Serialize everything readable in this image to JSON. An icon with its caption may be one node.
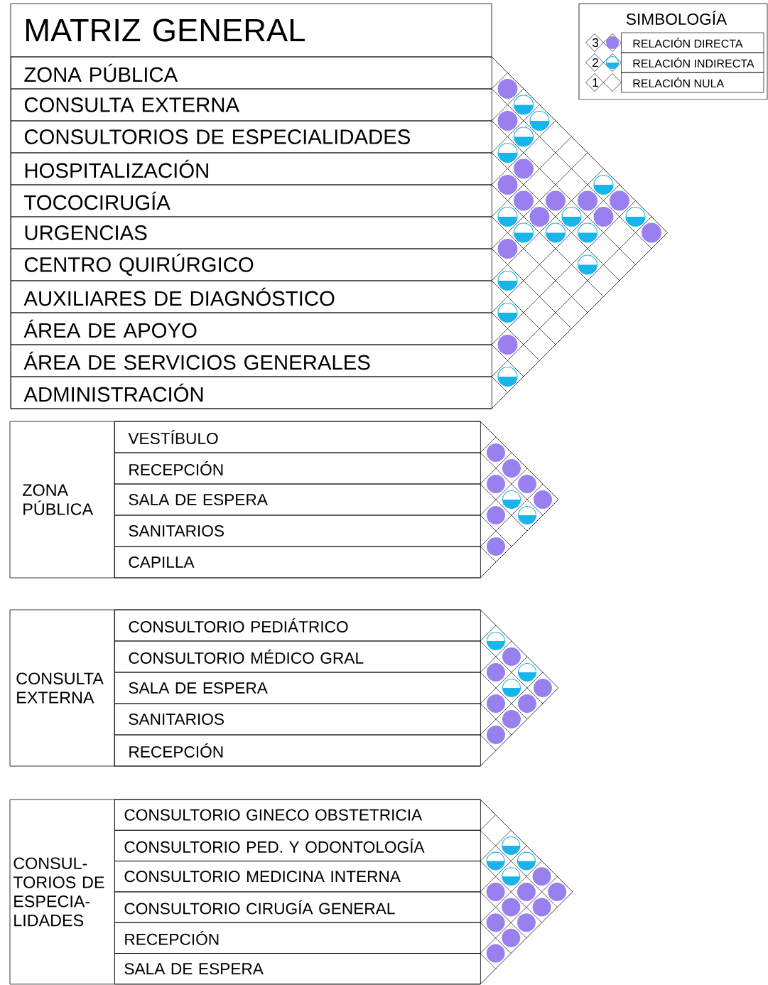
{
  "diagram": {
    "nodes": [
      {
        "text": [
          "MATRIZ GENERAL"
        ]
      },
      {
        "text": [
          "ZONA PÚBLICA"
        ],
        "in": 0
      },
      {
        "text": [
          "CONSULTA EXTERNA"
        ],
        "in": 0
      },
      {
        "text": [
          "CONSULTORIOS DE ESPECIALIDADES"
        ],
        "in": 0
      },
      {
        "text": [
          "HOSPITALIZACIÓN"
        ],
        "in": 0
      },
      {
        "text": [
          "TOCOCIRUGÍA"
        ],
        "in": 0
      },
      {
        "text": [
          "URGENCIAS"
        ],
        "in": 0
      },
      {
        "text": [
          "CENTRO QUIRÚRGICO"
        ],
        "in": 0
      },
      {
        "text": [
          "AUXILIARES DE DIAGNÓSTICO"
        ],
        "in": 0
      },
      {
        "text": [
          "ÁREA DE APOYO"
        ],
        "in": 0
      },
      {
        "text": [
          "ÁREA DE SERVICIOS GENERALES"
        ],
        "in": 0
      },
      {
        "text": [
          "ADMINISTRACIÓN"
        ],
        "in": 0
      },
      {
        "text": [],
        "shape": "circle",
        "in": 0
      },
      {
        "text": [],
        "shape": "half-circle",
        "in": 0
      },
      {
        "text": [],
        "shape": "circle",
        "in": 0
      },
      {
        "text": [],
        "shape": "half-circle",
        "in": 0
      },
      {
        "text": [],
        "shape": "half-circle",
        "in": 0
      },
      {
        "text": [],
        "shape": "half-circle",
        "in": 0
      },
      {
        "text": [],
        "shape": "circle",
        "in": 0
      },
      {
        "text": [],
        "shape": "circle",
        "in": 0
      },
      {
        "text": [],
        "shape": "half-circle",
        "in": 0
      },
      {
        "text": [],
        "shape": "circle",
        "in": 0
      },
      {
        "text": [],
        "shape": "circle",
        "in": 0
      },
      {
        "text": [],
        "shape": "circle",
        "in": 0
      },
      {
        "text": [],
        "shape": "circle",
        "in": 0
      },
      {
        "text": [],
        "shape": "half-circle",
        "in": 0
      },
      {
        "text": [],
        "shape": "circle",
        "in": 0
      },
      {
        "text": [],
        "shape": "half-circle",
        "in": 0
      },
      {
        "text": [],
        "shape": "circle",
        "in": 0
      },
      {
        "text": [],
        "shape": "half-circle",
        "in": 0
      },
      {
        "text": [],
        "shape": "half-circle",
        "in": 0
      },
      {
        "text": [],
        "shape": "half-circle",
        "in": 0
      },
      {
        "text": [],
        "shape": "half-circle",
        "in": 0
      },
      {
        "text": [],
        "shape": "circle",
        "in": 0
      },
      {
        "text": [],
        "shape": "circle",
        "in": 0
      },
      {
        "text": [],
        "shape": "half-circle",
        "in": 0
      },
      {
        "text": [],
        "shape": "half-circle",
        "in": 0
      },
      {
        "text": [],
        "shape": "half-circle",
        "in": 0
      },
      {
        "text": [],
        "shape": "circle",
        "in": 0
      },
      {
        "text": [],
        "shape": "half-circle",
        "in": 0
      },
      {
        "text": [
          "ZONA PÚBLICA"
        ]
      },
      {
        "text": [
          "VESTÍBULO"
        ],
        "in": 40
      },
      {
        "text": [
          "RECEPCIÓN"
        ],
        "in": 40
      },
      {
        "text": [
          "SALA DE ESPERA"
        ],
        "in": 40
      },
      {
        "text": [
          "SANITARIOS"
        ],
        "in": 40
      },
      {
        "text": [
          "CAPILLA"
        ],
        "in": 40
      },
      {
        "text": [],
        "shape": "circle",
        "in": 40
      },
      {
        "text": [],
        "shape": "circle",
        "in": 40
      },
      {
        "text": [],
        "shape": "circle",
        "in": 40
      },
      {
        "text": [],
        "shape": "circle",
        "in": 40
      },
      {
        "text": [],
        "shape": "half-circle",
        "in": 40
      },
      {
        "text": [],
        "shape": "circle",
        "in": 40
      },
      {
        "text": [],
        "shape": "circle",
        "in": 40
      },
      {
        "text": [],
        "shape": "half-circle",
        "in": 40
      },
      {
        "text": [],
        "shape": "circle",
        "in": 40
      },
      {
        "text": [
          "CONSULTA EXTERNA"
        ]
      },
      {
        "text": [
          "CONSULTORIO PEDIÁTRICO"
        ],
        "in": 55
      },
      {
        "text": [
          "CONSULTORIO MÉDICO GRAL"
        ],
        "in": 55
      },
      {
        "text": [
          "SALA DE ESPERA"
        ],
        "in": 55
      },
      {
        "text": [
          "SANITARIOS"
        ],
        "in": 55
      },
      {
        "text": [
          "RECEPCIÓN"
        ],
        "in": 55
      },
      {
        "text": [],
        "shape": "half-circle",
        "in": 55
      },
      {
        "text": [],
        "shape": "circle",
        "in": 55
      },
      {
        "text": [],
        "shape": "circle",
        "in": 55
      },
      {
        "text": [],
        "shape": "half-circle",
        "in": 55
      },
      {
        "text": [],
        "shape": "half-circle",
        "in": 55
      },
      {
        "text": [],
        "shape": "circle",
        "in": 55
      },
      {
        "text": [],
        "shape": "circle",
        "in": 55
      },
      {
        "text": [],
        "shape": "circle",
        "in": 55
      },
      {
        "text": [],
        "shape": "circle",
        "in": 55
      },
      {
        "text": [],
        "shape": "circle",
        "in": 55
      },
      {
        "text": [
          "CONSUL- TORIOS DE ESPECIA- LIDADES"
        ]
      },
      {
        "text": [
          "CONSULTORIO GINECO OBSTETRICIA"
        ],
        "in": 71
      },
      {
        "text": [
          "CONSULTORIO PED. Y ODONTOLOGÍA"
        ],
        "in": 71
      },
      {
        "text": [
          "CONSULTORIO MEDICINA INTERNA"
        ],
        "in": 71
      },
      {
        "text": [
          "CONSULTORIO CIRUGÍA GENERAL"
        ],
        "in": 71
      },
      {
        "text": [
          "RECEPCIÓN"
        ],
        "in": 71
      },
      {
        "text": [
          "SALA DE ESPERA"
        ],
        "in": 71
      },
      {
        "text": [],
        "shape": "half-circle",
        "in": 71
      },
      {
        "text": [],
        "shape": "half-circle",
        "in": 71
      },
      {
        "text": [],
        "shape": "half-circle",
        "in": 71
      },
      {
        "text": [],
        "shape": "half-circle",
        "in": 71
      },
      {
        "text": [],
        "shape": "circle",
        "in": 71
      },
      {
        "text": [],
        "shape": "circle",
        "in": 71
      },
      {
        "text": [],
        "shape": "circle",
        "in": 71
      },
      {
        "text": [],
        "shape": "circle",
        "in": 71
      },
      {
        "text": [],
        "shape": "circle",
        "in": 71
      },
      {
        "text": [],
        "shape": "circle",
        "in": 71
      },
      {
        "text": [],
        "shape": "circle",
        "in": 71
      },
      {
        "text": [],
        "shape": "circle",
        "in": 71
      },
      {
        "text": [],
        "shape": "circle",
        "in": 71
      },
      {
        "text": [],
        "shape": "circle",
        "in": 71
      }
    ],
    "labels": [
      "SIMBOLOGÍA",
      "3",
      "2",
      "1"
    ],
    "legend": [
      {
        "text": "RELACIÓN DIRECTA"
      },
      {
        "text": "RELACIÓN INDIRECTA"
      },
      {
        "text": "RELACIÓN NULA"
      }
    ]
  }
}
